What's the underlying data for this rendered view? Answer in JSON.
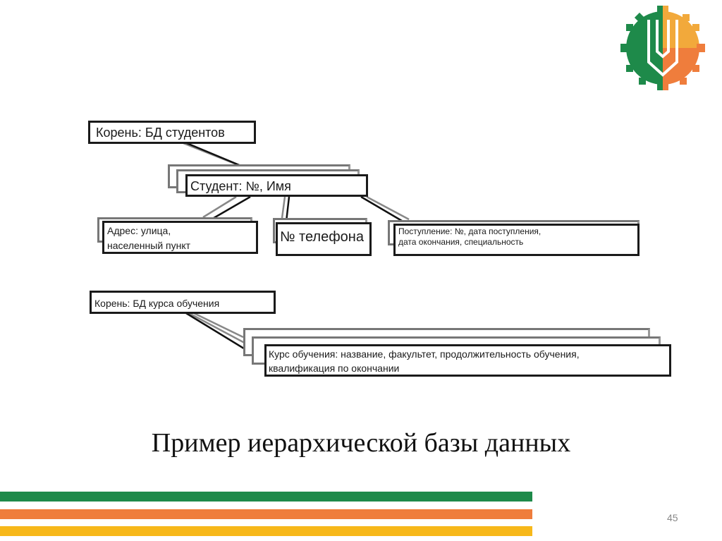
{
  "diagram": {
    "root1": "Корень: БД студентов",
    "student": "Студент: №, Имя",
    "address_line1": "Адрес: улица,",
    "address_line2": "населенный пункт",
    "phone": "№ телефона",
    "admission_line1": "Поступление: №, дата поступления,",
    "admission_line2": "дата окончания, специальность",
    "root2": "Корень: БД курса обучения",
    "course_line1": "Курс обучения: название, факультет, продолжительность обучения,",
    "course_line2": "квалификация по окончании"
  },
  "slide": {
    "title": "Пример иерархической базы данных",
    "page_number": "45"
  },
  "colors": {
    "green": "#1e8a4a",
    "orange": "#ef7d3c",
    "yellow": "#f7b81a"
  }
}
